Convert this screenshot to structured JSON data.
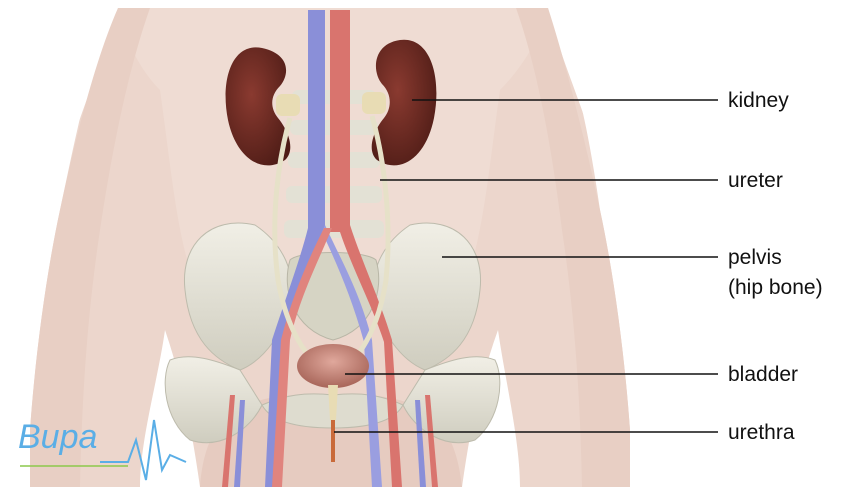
{
  "diagram": {
    "labels": {
      "kidney": "kidney",
      "ureter": "ureter",
      "pelvis_line1": "pelvis",
      "pelvis_line2": "(hip bone)",
      "bladder": "bladder",
      "urethra": "urethra"
    },
    "brand": {
      "name": "Bupa",
      "color": "#5aaee6"
    },
    "colors": {
      "skin": "#ecd6cc",
      "skin_shadow": "#dcbfb3",
      "kidney": "#6b2a22",
      "vein": "#8a8fd8",
      "artery": "#d9746e",
      "bone": "#e8e6db",
      "bone_shadow": "#c9c7b8",
      "bladder": "#c9877c",
      "leader_line": "#111111"
    }
  }
}
